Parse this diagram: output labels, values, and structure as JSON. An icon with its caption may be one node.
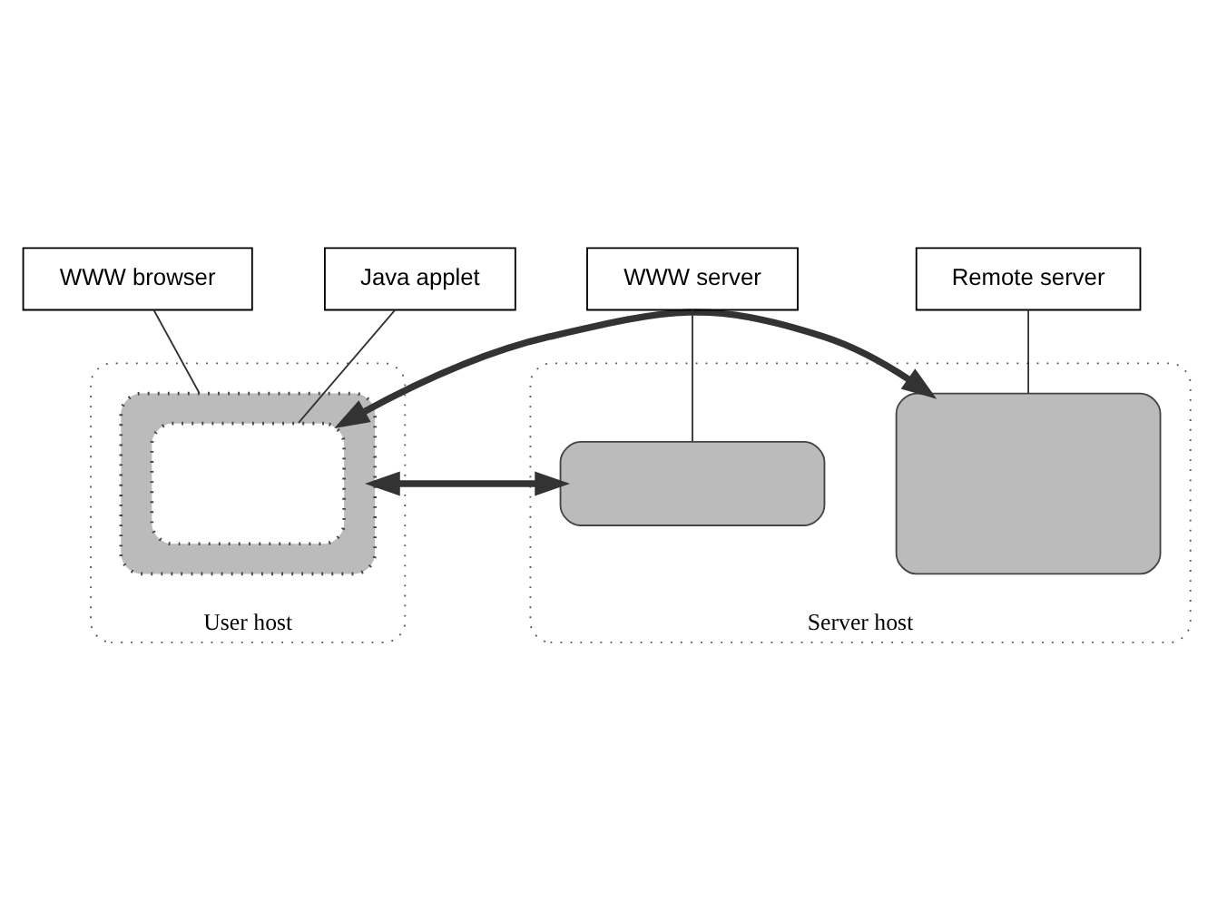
{
  "diagram": {
    "nodes": [
      {
        "text": [
          "User host"
        ]
      },
      {
        "text": [],
        "shape": "box",
        "in": 0
      },
      {
        "text": [],
        "shape": "box",
        "in": 1
      },
      {
        "text": [
          "Server host"
        ]
      },
      {
        "text": [],
        "shape": "box",
        "in": 3
      },
      {
        "text": [],
        "shape": "box",
        "in": 3
      },
      {
        "text": [
          "WWW browser"
        ]
      },
      {
        "text": [
          "WWW server"
        ]
      },
      {
        "text": [
          "Java applet"
        ]
      },
      {
        "text": [
          "Remote server"
        ]
      }
    ],
    "edges": [
      {
        "from": 6,
        "to": 1,
        "arrow": "none"
      },
      {
        "from": 7,
        "to": 4,
        "arrow": "none"
      },
      {
        "from": 1,
        "to": 4,
        "arrow": "both",
        "style": "thick"
      },
      {
        "from": 2,
        "to": 5,
        "arrow": "both",
        "style": "thick"
      },
      {
        "from": 8,
        "to": 2,
        "arrow": "none"
      },
      {
        "from": 9,
        "to": 5,
        "arrow": "none"
      }
    ]
  }
}
